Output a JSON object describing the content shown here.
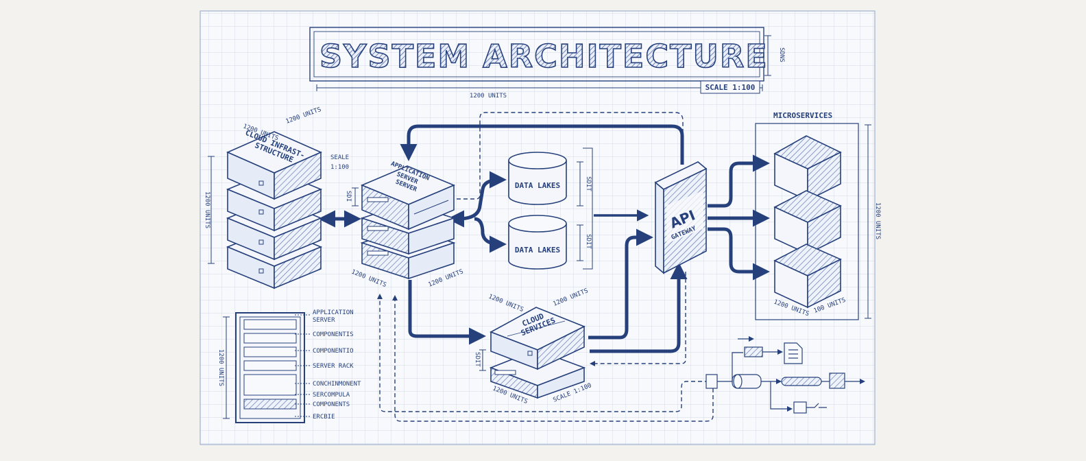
{
  "title": "SYSTEM ARCHITECTURE",
  "title_side_dim": "SDNS",
  "scale_label": "SCALE 1:100",
  "title_width_dim": "1200 UNITS",
  "cloud_infra": {
    "label": "CLOUD INFRAST-STRUCTURE",
    "dim_top_left": "1200 UNITS",
    "dim_top_right": "1200 UNITS",
    "dim_side": "1200 UNITS",
    "scale_line1": "SEALE",
    "scale_line2": "1:100"
  },
  "app_server": {
    "label": "APPLICATION SERVER SERVER",
    "dim_left": "1200 UNITS",
    "dim_right": "1200 UNITS",
    "dim_side": "SDI"
  },
  "data_lakes": [
    {
      "label": "DATA LAKES",
      "dim": "SDIT"
    },
    {
      "label": "DATA LAKES",
      "dim": "SDIT"
    }
  ],
  "api_gateway": {
    "line1": "API",
    "line2": "GATEWAY"
  },
  "microservices": {
    "label": "MICROSERVICES",
    "dim_left": "1200 UNITS",
    "dim_right": "100 UNITS",
    "dim_side": "1200 UNITS"
  },
  "cloud_services": {
    "label": "CLOUD SERVICES",
    "dim_top_left": "1200 UNITS",
    "dim_top_right": "1200 UNITS",
    "dim_bottom_left": "1200 UNITS",
    "dim_bottom_right": "SCALE 1:100",
    "dim_side": "SDIT"
  },
  "rack_legend": {
    "dim_side": "1200 UNITS",
    "items": [
      "APPLICATION SERVER",
      "COMPONENTIS",
      "COMPONENTIO",
      "SERVER RACK",
      "CONCHINMONENT",
      "SERCOMPULA",
      "COMPONENTS",
      "ERCBIE"
    ]
  }
}
